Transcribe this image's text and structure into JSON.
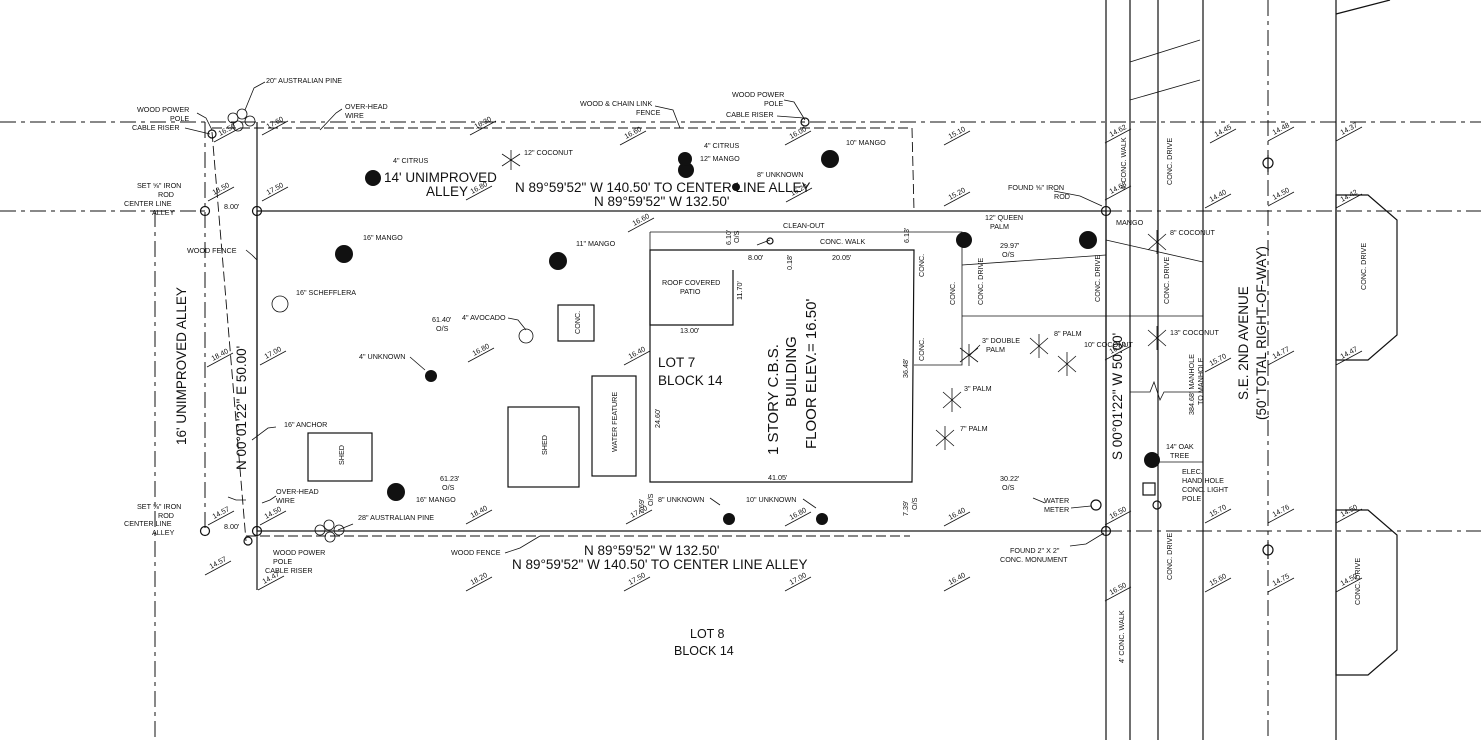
{
  "title": "",
  "labels": {
    "lot7": "LOT 7",
    "block14": "BLOCK 14",
    "lot8": "LOT 8",
    "block14_b": "BLOCK 14",
    "bldg1": "1 STORY C.B.S.",
    "bldg2": "BUILDING",
    "bldg3": "FLOOR ELEV.= 16.50'",
    "alley_top1": "14' UNIMPROVED",
    "alley_top2": "ALLEY",
    "alley_left": "16' UNIMPROVED ALLEY",
    "avenue1": "S.E. 2ND AVENUE",
    "avenue2": "(50' TOTAL RIGHT-OF-WAY)",
    "bearing_top_outer": "N 89°59'52\" W   140.50' TO CENTER LINE ALLEY",
    "bearing_top_inner": "N 89°59'52\" W   132.50'",
    "bearing_bot_inner": "N 89°59'52\" W   132.50'",
    "bearing_bot_outer": "N 89°59'52\" W   140.50' TO CENTER LINE ALLEY",
    "bearing_left": "N 00°01'22\" E   50.00'",
    "bearing_right": "S 00°01'22\" W   50.00'",
    "roof_patio1": "ROOF COVERED",
    "roof_patio2": "PATIO",
    "shed": "SHED",
    "water_feature": "WATER FEATURE",
    "conc": "CONC.",
    "conc_walk": "CONC. WALK",
    "conc_drive": "CONC. DRIVE",
    "clean_out": "CLEAN-OUT",
    "wood_chain_fence1": "WOOD & CHAIN LINK",
    "wood_chain_fence2": "FENCE",
    "wood_fence": "WOOD FENCE",
    "wood_power_pole1": "WOOD POWER",
    "wood_power_pole2": "POLE",
    "cable_riser": "CABLE RISER",
    "overhead1": "OVER-HEAD",
    "overhead2": "WIRE",
    "set_iron1": "SET ⅝\" IRON",
    "set_iron2": "ROD",
    "cl_alley1": "CENTER LINE",
    "cl_alley2": "ALLEY",
    "found_iron1": "FOUND ⅝\" IRON",
    "found_iron2": "ROD",
    "found_monument1": "FOUND 2\" X 2\"",
    "found_monument2": "CONC. MONUMENT",
    "water_meter1": "WATER",
    "water_meter2": "METER",
    "manhole1": "384.68' MANHOLE",
    "manhole2": "TO MANHOLE",
    "elec1": "ELEC.",
    "elec2": "HAND HOLE",
    "elec3": "CONC. LIGHT",
    "elec4": "POLE",
    "conc_walk_4": "4' CONC. WALK",
    "anchor": "16\" ANCHOR",
    "os": "O/S"
  },
  "trees": {
    "aus_pine_20": "20\" AUSTRALIAN PINE",
    "coconut_12": "12\" COCONUT",
    "citrus_4a": "4\" CITRUS",
    "citrus_4b": "4\" CITRUS",
    "mango_12": "12\" MANGO",
    "unknown_8a": "8\" UNKNOWN",
    "mango_10a": "10\" MANGO",
    "mango_16a": "16\" MANGO",
    "mango_11": "11\" MANGO",
    "schefflera_16": "16\" SCHEFFLERA",
    "avocado_4": "4\" AVOCADO",
    "unknown_4": "4\" UNKNOWN",
    "mango_16b": "16\" MANGO",
    "aus_pine_28": "28\" AUSTRALIAN PINE",
    "unknown_8b": "8\" UNKNOWN",
    "unknown_10": "10\" UNKNOWN",
    "queen_palm1": "12\" QUEEN",
    "queen_palm2": "PALM",
    "double_palm1": "3\" DOUBLE",
    "double_palm2": "PALM",
    "palm_3": "3\" PALM",
    "palm_7": "7\" PALM",
    "palm_8": "8\" PALM",
    "coconut_10": "10\" COCONUT",
    "mango_right": "MANGO",
    "coconut_8": "8\" COCONUT",
    "coconut_13": "13\" COCONUT",
    "oak1": "14\" OAK",
    "oak2": "TREE"
  },
  "dims": {
    "d800a": "8.00'",
    "d800b": "8.00'",
    "d800c": "8.00'",
    "d1300": "13.00'",
    "d1170": "11.70'",
    "d2460": "24.60'",
    "d4105": "41.05'",
    "d3648": "36.48'",
    "d2005": "20.05'",
    "d610": "6.10'",
    "d018": "0.18'",
    "d613": "6.13'",
    "d2997": "29.97'",
    "d3022": "30.22'",
    "d6140": "61.40'",
    "d6123": "61.23'",
    "d769": "7.69'",
    "d739": "7.39'"
  },
  "elevations": [
    "16.50",
    "17.60",
    "16.30",
    "16.60",
    "16.00",
    "15.10",
    "14.62",
    "14.45",
    "14.48",
    "14.37",
    "18.50",
    "17.50",
    "16.80",
    "16.60",
    "16.20",
    "15.20",
    "14.68",
    "14.40",
    "14.50",
    "14.42",
    "16.40",
    "18.40",
    "17.00",
    "16.80",
    "16.40",
    "15.70",
    "14.77",
    "14.47",
    "14.57",
    "14.50",
    "18.40",
    "17.50",
    "16.80",
    "16.40",
    "16.50",
    "15.70",
    "14.76",
    "14.50",
    "14.57",
    "14.47",
    "18.20",
    "17.50",
    "17.00",
    "16.40",
    "16.50",
    "15.60",
    "14.75",
    "14.50",
    "14.57",
    "14.48"
  ]
}
